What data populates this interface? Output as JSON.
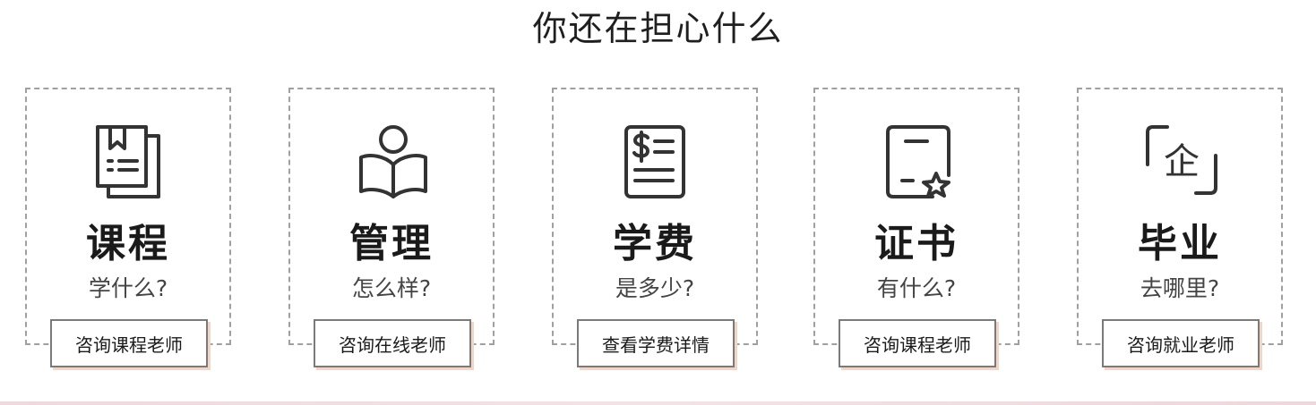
{
  "title": "你还在担心什么",
  "accent_shadow": "#f3d5c8",
  "cards": [
    {
      "icon": "book-icon",
      "heading": "课程",
      "subtitle": "学什么?",
      "button": "咨询课程老师"
    },
    {
      "icon": "reader-icon",
      "heading": "管理",
      "subtitle": "怎么样?",
      "button": "咨询在线老师"
    },
    {
      "icon": "invoice-icon",
      "heading": "学费",
      "subtitle": "是多少?",
      "button": "查看学费详情"
    },
    {
      "icon": "certificate-icon",
      "heading": "证书",
      "subtitle": "有什么?",
      "button": "咨询课程老师"
    },
    {
      "icon": "enterprise-icon",
      "heading": "毕业",
      "subtitle": "去哪里?",
      "button": "咨询就业老师"
    }
  ],
  "enterprise_glyph": "企"
}
